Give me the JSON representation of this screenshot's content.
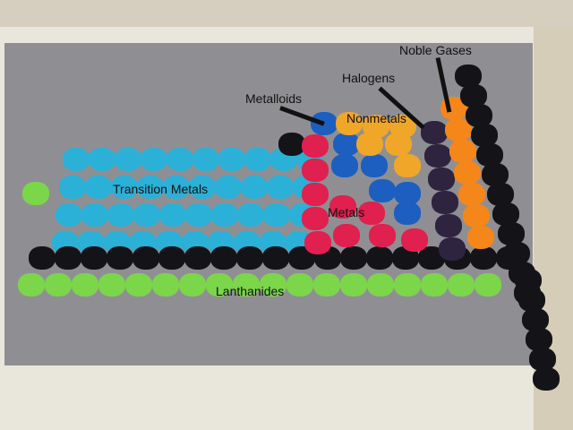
{
  "labels": {
    "noble_gases": "Noble Gases",
    "halogens": "Halogens",
    "metalloids": "Metalloids",
    "nonmetals": "Nonmetals",
    "transition_metals": "Transition Metals",
    "metals": "Metals",
    "lanthanides": "Lanthanides"
  },
  "colors": {
    "transition": "#2bb0d8",
    "black": "#141418",
    "green": "#7bd64a",
    "red": "#e0204e",
    "blue": "#1c5fc0",
    "yellow": "#f0a628",
    "purple": "#2e2440",
    "orange": "#f4861a",
    "board": "#8f8f93"
  }
}
